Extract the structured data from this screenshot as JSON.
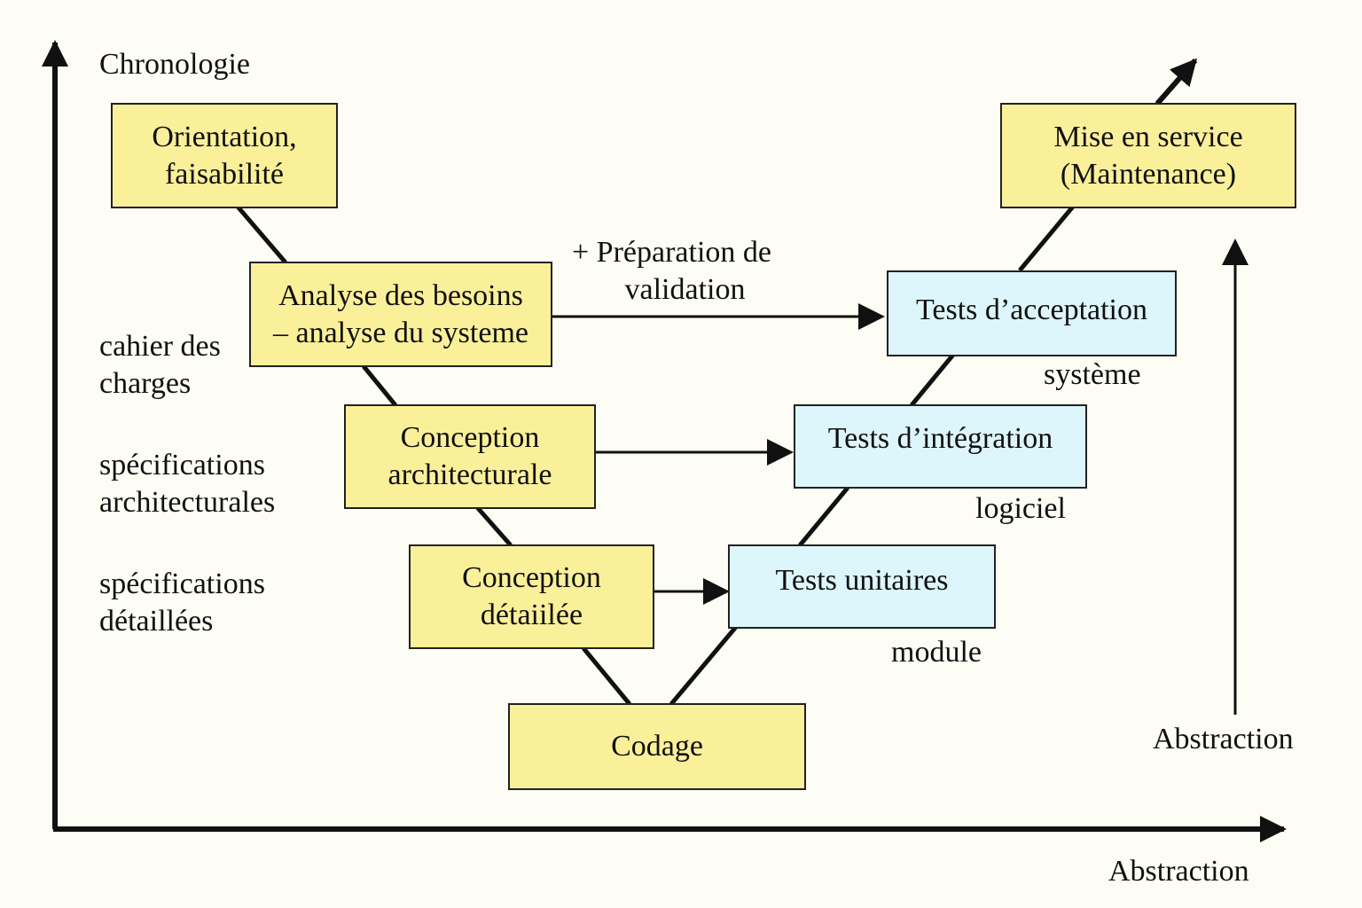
{
  "axes": {
    "y_label": "Chronologie",
    "x_label": "Abstraction",
    "right_label": "Abstraction"
  },
  "boxes": {
    "orientation": [
      "Orientation,",
      "faisabilité"
    ],
    "analyse": [
      "Analyse des besoins",
      "– analyse du systeme"
    ],
    "conception_arch": [
      "Conception",
      "architecturale"
    ],
    "conception_det": [
      "Conception",
      "détaiilée"
    ],
    "codage": "Codage",
    "tests_unitaires": "Tests unitaires",
    "tests_integration": "Tests d’intégration",
    "tests_acceptation": "Tests d’acceptation",
    "mise_en_service": [
      "Mise en service",
      "(Maintenance)"
    ]
  },
  "left_labels": {
    "cahier": [
      "cahier des",
      "charges"
    ],
    "spec_arch": [
      "spécifications",
      "architecturales"
    ],
    "spec_det": [
      "spécifications",
      "détaillées"
    ]
  },
  "right_labels": {
    "systeme": "système",
    "logiciel": "logiciel",
    "module": "module"
  },
  "preparation": [
    "+ Préparation de",
    "validation"
  ],
  "colors": {
    "design_box": "#fbf09a",
    "test_box": "#ddf6fb",
    "background": "#fdfdf5"
  }
}
